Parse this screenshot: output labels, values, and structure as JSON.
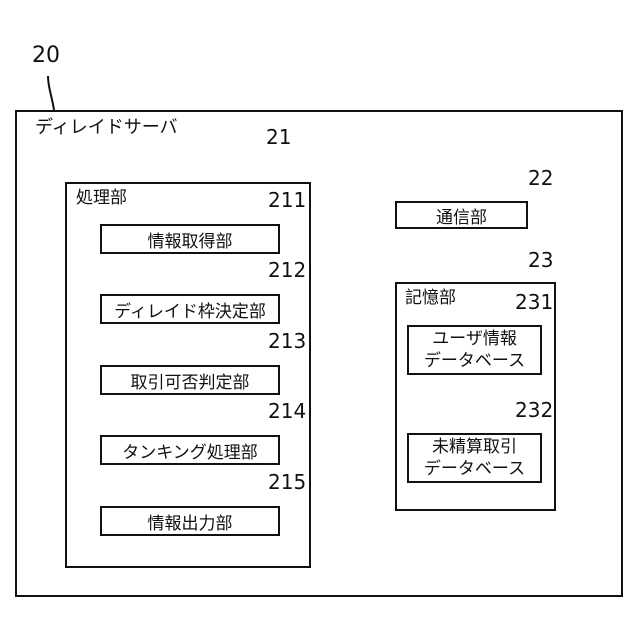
{
  "server": {
    "ref": "20",
    "title": "ディレイドサーバ"
  },
  "processing": {
    "ref": "21",
    "title": "処理部",
    "modules": [
      {
        "ref": "211",
        "label": "情報取得部"
      },
      {
        "ref": "212",
        "label": "ディレイド枠決定部"
      },
      {
        "ref": "213",
        "label": "取引可否判定部"
      },
      {
        "ref": "214",
        "label": "タンキング処理部"
      },
      {
        "ref": "215",
        "label": "情報出力部"
      }
    ]
  },
  "communication": {
    "ref": "22",
    "label": "通信部"
  },
  "storage": {
    "ref": "23",
    "title": "記憶部",
    "databases": [
      {
        "ref": "231",
        "line1": "ユーザ情報",
        "line2": "データベース"
      },
      {
        "ref": "232",
        "line1": "未精算取引",
        "line2": "データベース"
      }
    ]
  }
}
